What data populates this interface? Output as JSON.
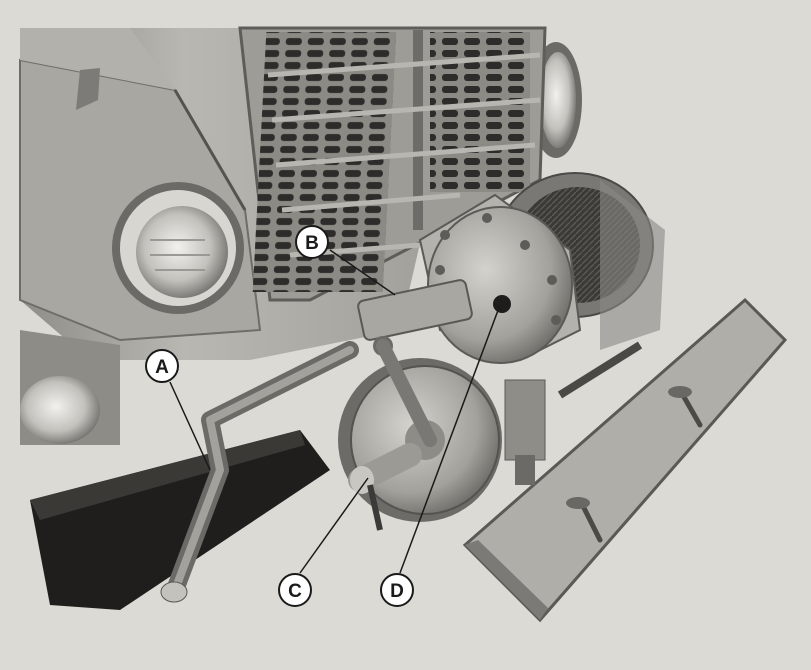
{
  "figure": {
    "callouts": [
      {
        "id": "A",
        "label": "A"
      },
      {
        "id": "B",
        "label": "B"
      },
      {
        "id": "C",
        "label": "C"
      },
      {
        "id": "D",
        "label": "D"
      }
    ]
  },
  "colors": {
    "paper": "#dcdad4",
    "metal_light": "#c9c7c1",
    "metal_mid": "#9d9b96",
    "metal_dark": "#5a5956",
    "shadow": "#2c2b29",
    "cable": "#3a3835"
  }
}
